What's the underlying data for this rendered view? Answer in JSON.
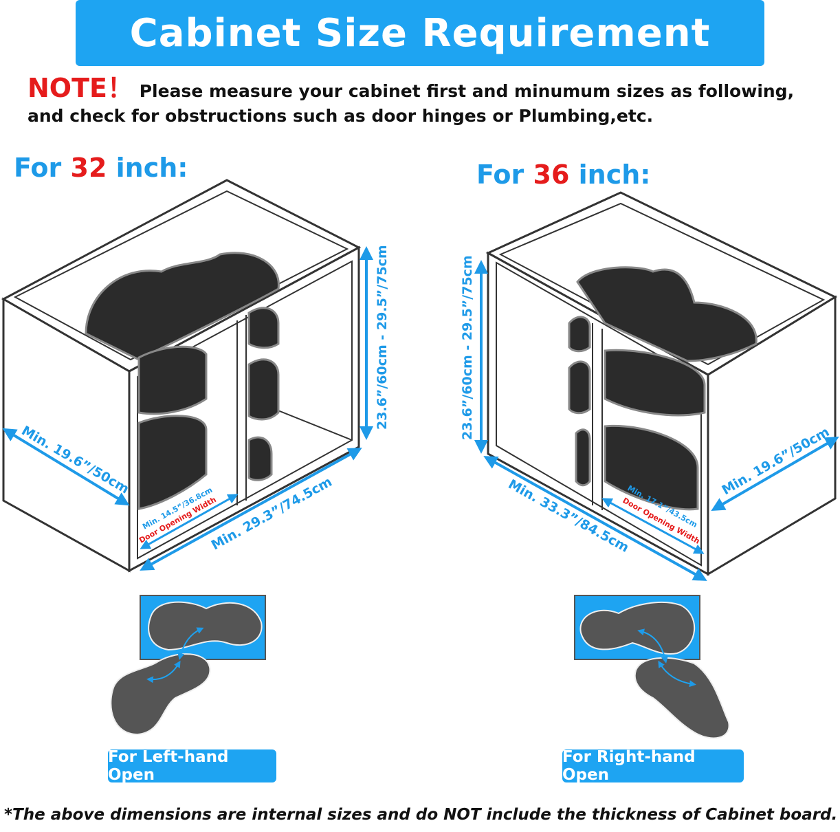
{
  "title": "Cabinet Size Requirement",
  "note": {
    "label": "NOTE！",
    "line1": "Please measure your cabinet first and minumum sizes as following,",
    "line2": "and check for obstructions such as door hinges or Plumbing,etc."
  },
  "left": {
    "heading_prefix": "For ",
    "heading_number": "32",
    "heading_suffix": " inch:",
    "height_dim": "23.6”/60cm - 29.5”/75cm",
    "depth_dim": "Min. 19.6”/50cm",
    "width_dim": "Min. 29.3”/74.5cm",
    "door_dim": "Min. 14.5”/36.8cm",
    "door_label": "Door Opening Width",
    "open_label": "For Left-hand Open"
  },
  "right": {
    "heading_prefix": "For ",
    "heading_number": "36",
    "heading_suffix": " inch:",
    "height_dim": "23.6”/60cm - 29.5”/75cm",
    "depth_dim": "Min. 19.6”/50cm",
    "width_dim": "Min. 33.3”/84.5cm",
    "door_dim": "Min. 17.1”/43.5cm",
    "door_label": "Door Opening Width",
    "open_label": "For Right-hand Open"
  },
  "footnote": "*The above dimensions are internal sizes and do NOT include the thickness of Cabinet board.",
  "colors": {
    "accent": "#1ea4f2",
    "highlight": "#e51c1c",
    "shelf": "#2b2b2b",
    "panel": "#333333"
  }
}
